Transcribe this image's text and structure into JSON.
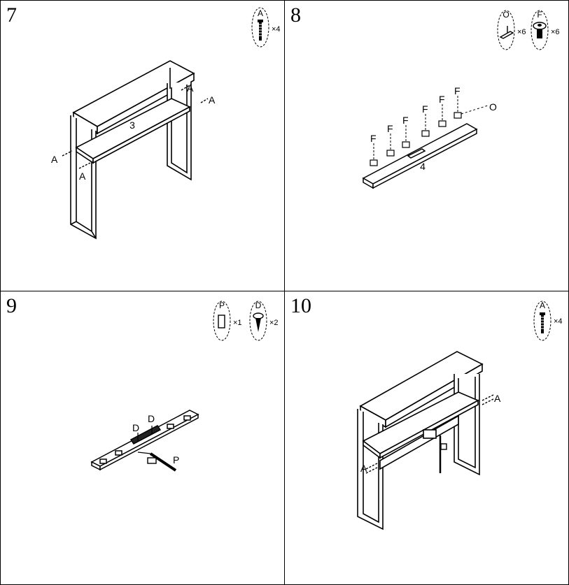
{
  "steps": [
    {
      "number": "7",
      "parts": [
        {
          "letter": "A",
          "qty": "×4"
        }
      ],
      "labels": {
        "panel": "3",
        "screw_a1": "A",
        "screw_a2": "A",
        "screw_a3": "A",
        "screw_a4": "A"
      }
    },
    {
      "number": "8",
      "parts": [
        {
          "letter": "O",
          "qty": "×6"
        },
        {
          "letter": "F",
          "qty": "×6"
        }
      ],
      "labels": {
        "panel": "4",
        "clip": "O",
        "f1": "F",
        "f2": "F",
        "f3": "F",
        "f4": "F",
        "f5": "F",
        "f6": "F"
      }
    },
    {
      "number": "9",
      "parts": [
        {
          "letter": "P",
          "qty": "×1"
        },
        {
          "letter": "D",
          "qty": "×2"
        }
      ],
      "labels": {
        "d1": "D",
        "d2": "D",
        "p": "P"
      }
    },
    {
      "number": "10",
      "parts": [
        {
          "letter": "A",
          "qty": "×4"
        }
      ],
      "labels": {
        "screw_a1": "A",
        "screw_a2": "A"
      }
    }
  ]
}
